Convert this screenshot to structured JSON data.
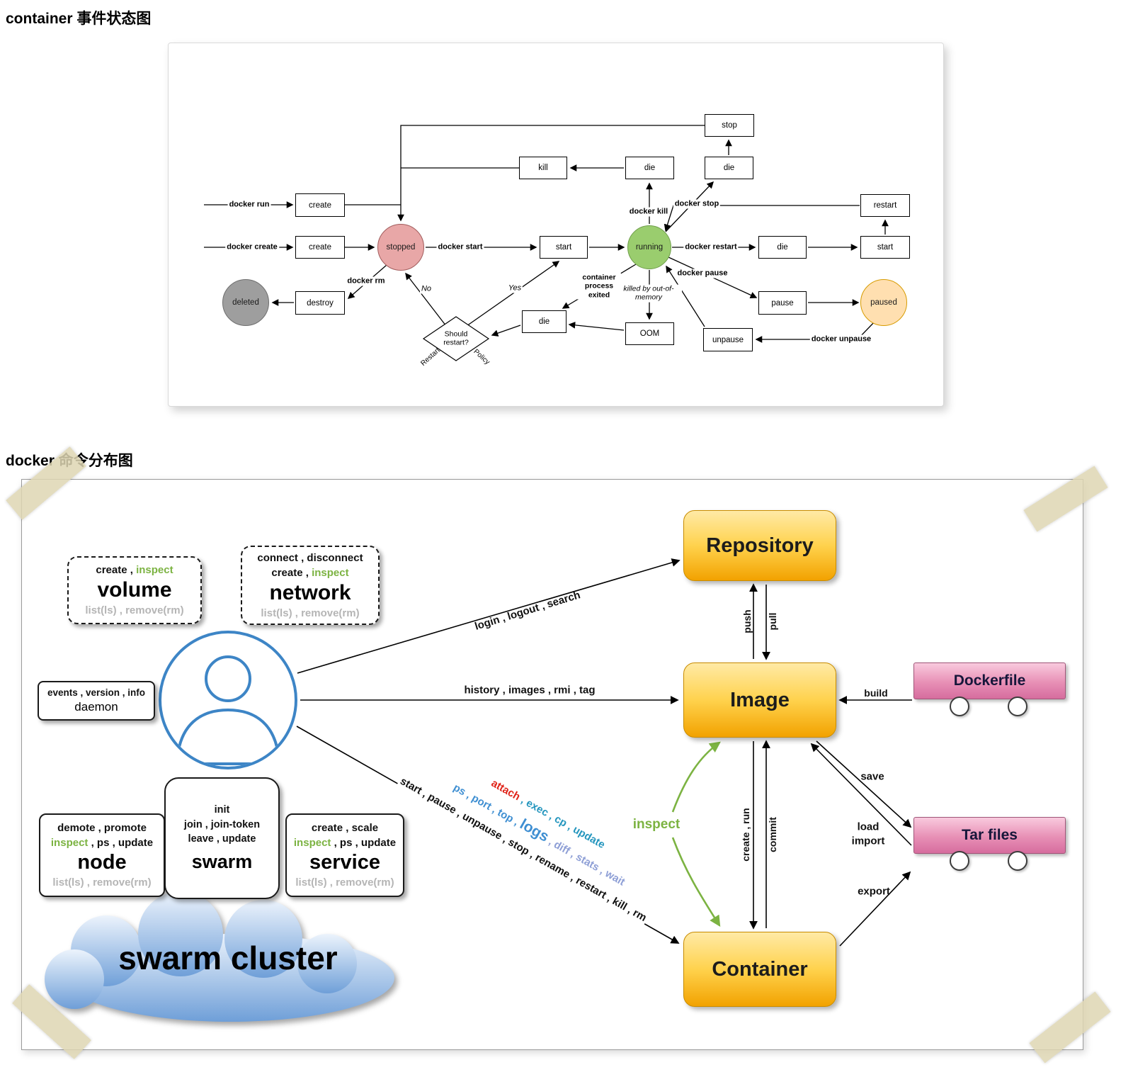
{
  "titles": {
    "state": "container 事件状态图",
    "commands": "docker 命令分布图"
  },
  "state_diagram": {
    "boxes": {
      "stop": "stop",
      "kill": "kill",
      "die": "die",
      "create": "create",
      "restart": "restart",
      "start": "start",
      "destroy": "destroy",
      "pause": "pause",
      "oom": "OOM",
      "unpause": "unpause"
    },
    "states": {
      "stopped": "stopped",
      "running": "running",
      "deleted": "deleted",
      "paused": "paused"
    },
    "decision": "Should restart?",
    "labels": {
      "docker_run": "docker run",
      "docker_create": "docker create",
      "docker_start": "docker start",
      "docker_kill": "docker kill",
      "docker_stop": "docker stop",
      "docker_restart": "docker restart",
      "docker_rm": "docker rm",
      "docker_pause": "docker pause",
      "docker_unpause": "docker unpause",
      "no": "No",
      "yes": "Yes",
      "process_exited": "container process exited",
      "killed_oom": "killed by out-of-memory",
      "restart_branch": "Restart",
      "policy_branch": "Policy"
    },
    "colors": {
      "stopped": "#e8a7a7",
      "running": "#9acd6e",
      "deleted": "#9e9e9e",
      "paused": "#ffdfb0"
    }
  },
  "command_diagram": {
    "groups": {
      "volume": {
        "ops_black": "create , ",
        "ops_green": "inspect",
        "name": "volume",
        "admin": "list(ls) , remove(rm)"
      },
      "network": {
        "row1": "connect , disconnect",
        "ops_black": "create , ",
        "ops_green": "inspect",
        "name": "network",
        "admin": "list(ls) , remove(rm)"
      },
      "daemon": {
        "ops": "events , version , info",
        "name": "daemon"
      },
      "node": {
        "row1": "demote , promote",
        "ops_green": "inspect",
        "ops_black": " , ps , update",
        "name": "node",
        "admin": "list(ls) , remove(rm)"
      },
      "swarm": {
        "row1": "init",
        "row2": "join , join-token",
        "row3": "leave , update",
        "name": "swarm"
      },
      "service": {
        "row1": "create , scale",
        "ops_green": "inspect",
        "ops_black": " , ps , update",
        "name": "service",
        "admin": "list(ls) , remove(rm)"
      }
    },
    "cloud_label": "swarm cluster",
    "nodes": {
      "repository": "Repository",
      "image": "Image",
      "container": "Container",
      "dockerfile": "Dockerfile",
      "tar_files": "Tar files"
    },
    "edges": {
      "repository_cmds": "login , logout , search",
      "image_cmds": "history , images , rmi , tag",
      "push": "push",
      "pull": "pull",
      "build": "build",
      "save": "save",
      "load": "load",
      "import": "import",
      "export": "export",
      "create_run": "create , run",
      "commit": "commit",
      "inspect": "inspect",
      "container_cmds_black": "start , pause , unpause , stop , rename , restart , kill , rm",
      "container_cmds_blue_pre": "ps , port , top , ",
      "container_cmds_logs": "logs",
      "container_cmds_blue_post": " , diff , stats , wait",
      "container_cmds_attach": "attach",
      "container_cmds_attach_rest": " , exec , cp , update"
    },
    "colors": {
      "accent_green": "#7cb342",
      "node_orange": "#f2a200",
      "node_pink": "#e78fb5",
      "user_blue": "#3d85c6"
    }
  }
}
